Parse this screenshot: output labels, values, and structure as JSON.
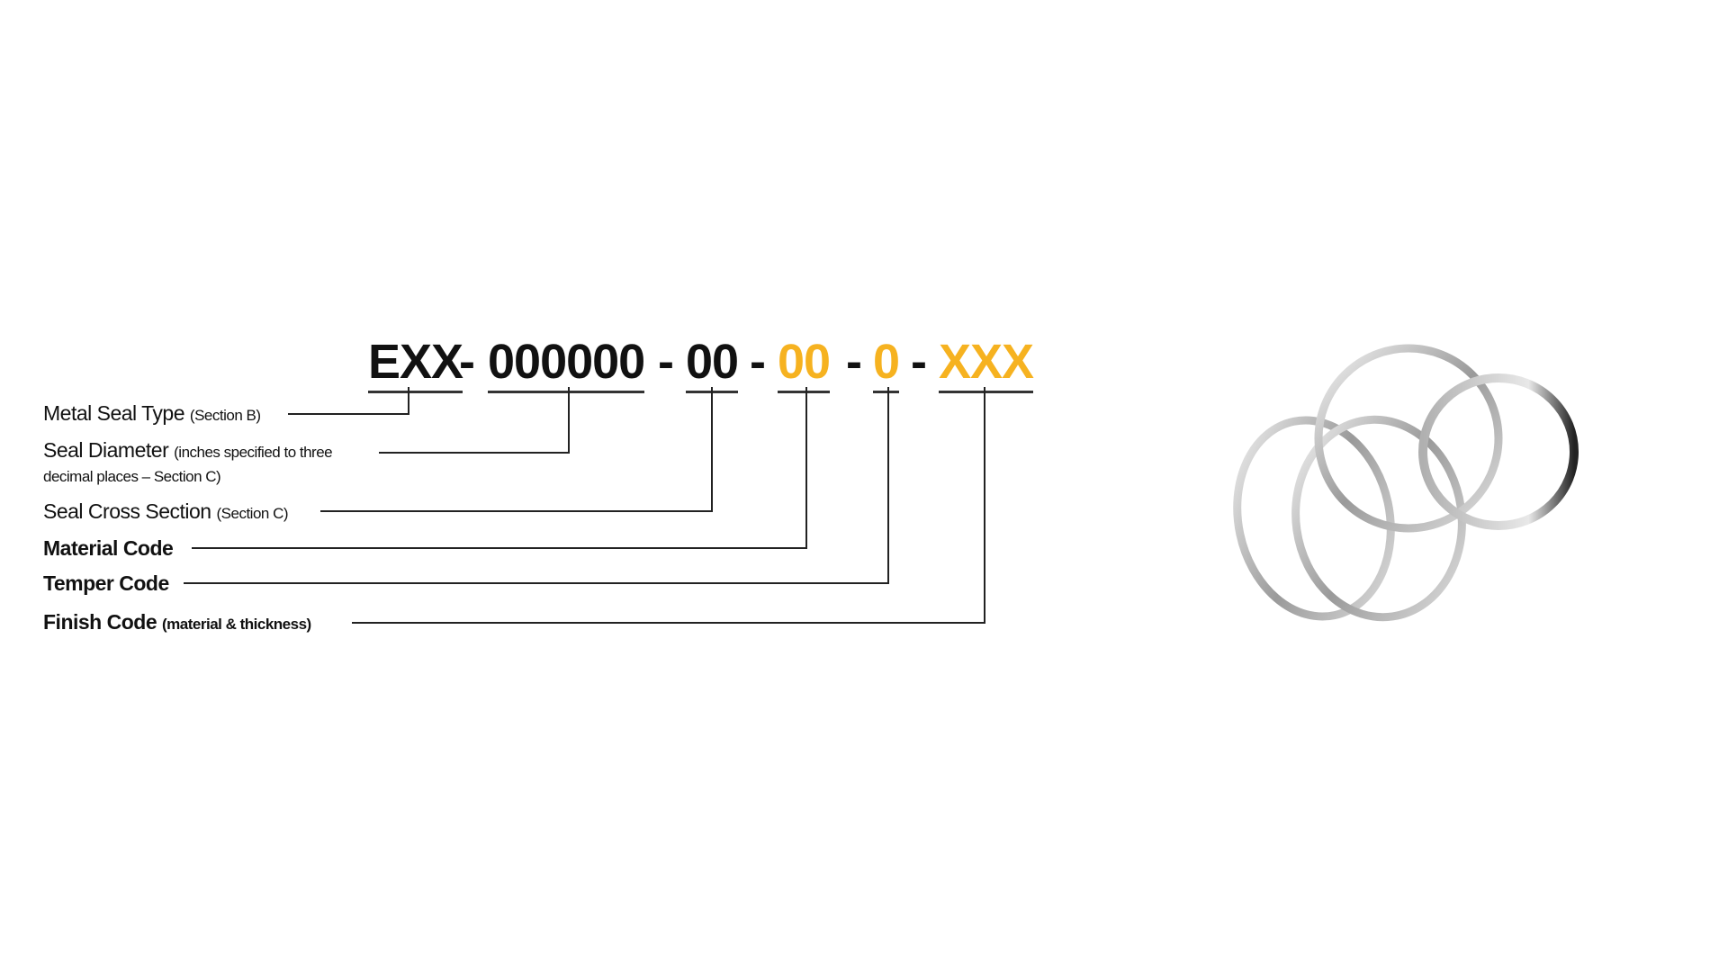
{
  "code": {
    "segments": [
      "EXX",
      "000000",
      "00",
      "00",
      "0",
      "XXX"
    ],
    "separator": "-",
    "colors": {
      "dark": "#111111",
      "accent": "#F6B220"
    }
  },
  "labels": [
    {
      "title": "Metal Seal Type",
      "note": "(Section B)"
    },
    {
      "title": "Seal Diameter",
      "note": "(inches specified to three",
      "note2": "decimal places – Section C)"
    },
    {
      "title": "Seal Cross Section",
      "note": "(Section C)"
    },
    {
      "title": "Material Code"
    },
    {
      "title": "Temper Code"
    },
    {
      "title": "Finish Code",
      "note": "(material & thickness)"
    }
  ],
  "image": {
    "icon": "metal-seal-rings-icon"
  }
}
